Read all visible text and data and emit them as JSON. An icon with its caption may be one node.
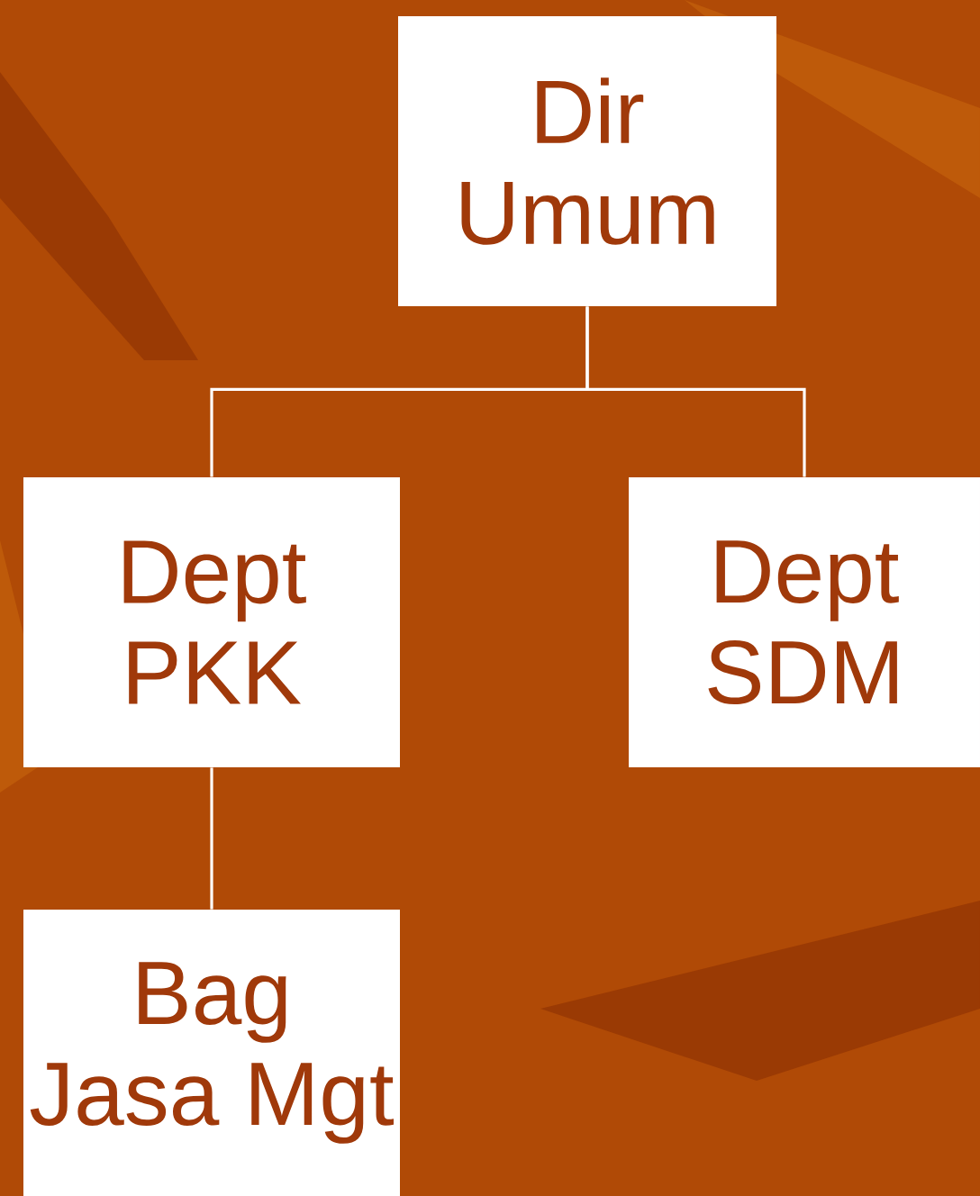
{
  "diagram": {
    "nodes": [
      {
        "text": [
          "Dir Umum"
        ]
      },
      {
        "text": [
          "Dept PKK"
        ]
      },
      {
        "text": [
          "Dept SDM"
        ]
      },
      {
        "text": [
          "Bag Jasa Mgt"
        ]
      }
    ],
    "edges": [
      {
        "from": 0,
        "to": 1,
        "arrow": "none"
      },
      {
        "from": 0,
        "to": 2,
        "arrow": "none"
      },
      {
        "from": 1,
        "to": 3,
        "arrow": "none"
      }
    ]
  }
}
